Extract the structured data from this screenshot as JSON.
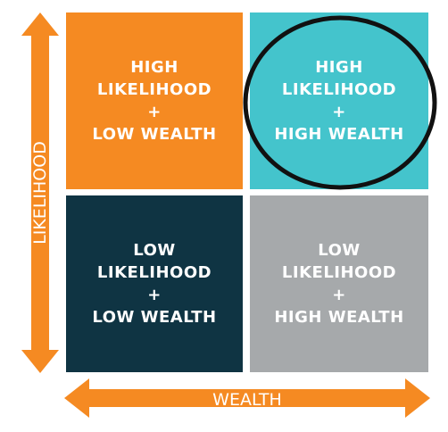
{
  "colors": {
    "orange": "#f58a22",
    "teal": "#44c4cc",
    "navy": "#0f3443",
    "gray": "#a6a9ab",
    "highlight_ring": "#111111"
  },
  "quadrants": {
    "top_left": {
      "line1": "HIGH",
      "line2": "LIKELIHOOD",
      "line3": "+",
      "line4": "LOW WEALTH"
    },
    "top_right": {
      "line1": "HIGH",
      "line2": "LIKELIHOOD",
      "line3": "+",
      "line4": "HIGH WEALTH"
    },
    "bottom_left": {
      "line1": "LOW",
      "line2": "LIKELIHOOD",
      "line3": "+",
      "line4": "LOW WEALTH"
    },
    "bottom_right": {
      "line1": "LOW",
      "line2": "LIKELIHOOD",
      "line3": "+",
      "line4": "HIGH WEALTH"
    }
  },
  "axes": {
    "y_label": "LIKELIHOOD",
    "x_label": "WEALTH"
  },
  "highlighted_quadrant": "top_right"
}
